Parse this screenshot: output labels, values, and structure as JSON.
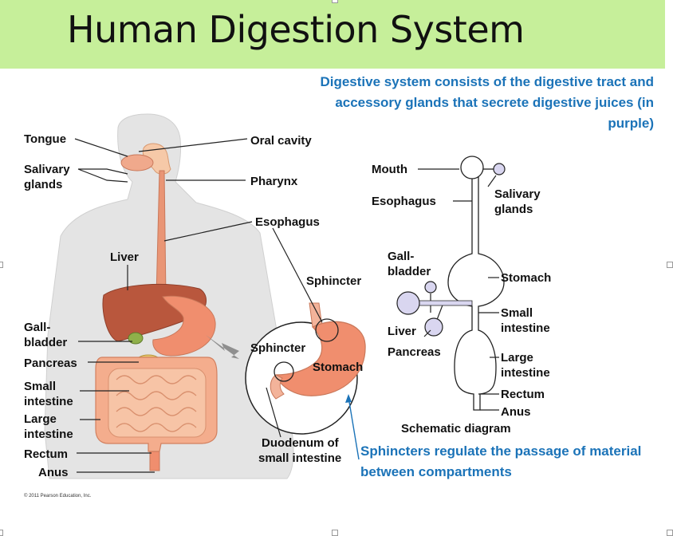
{
  "title": "Human Digestion System",
  "caption_top": "Digestive system consists of the digestive tract and accessory glands that secrete digestive juices (in purple)",
  "caption_bottom": "Sphincters regulate the passage of material between compartments",
  "colors": {
    "title_bar": "#c6ef9a",
    "caption_text": "#1b73b8",
    "accessory_glands": "#d9d6f0",
    "skin": "#e4e4e4",
    "tract": "#f2a27e",
    "liver": "#b9573d"
  },
  "labels": {
    "tongue": "Tongue",
    "salivary_glands": [
      "Salivary",
      "glands"
    ],
    "oral_cavity": "Oral cavity",
    "pharynx": "Pharynx",
    "esophagus": "Esophagus",
    "liver": "Liver",
    "gallbladder": [
      "Gall-",
      "bladder"
    ],
    "pancreas": "Pancreas",
    "small_intestine": [
      "Small",
      "intestine"
    ],
    "large_intestine": [
      "Large",
      "intestine"
    ],
    "rectum": "Rectum",
    "anus": "Anus"
  },
  "inset": {
    "sphincter_top": "Sphincter",
    "sphincter_bottom": "Sphincter",
    "stomach": "Stomach",
    "duodenum": [
      "Duodenum of",
      "small intestine"
    ]
  },
  "schematic": {
    "mouth": "Mouth",
    "esophagus": "Esophagus",
    "salivary_glands": [
      "Salivary",
      "glands"
    ],
    "gallbladder": [
      "Gall-",
      "bladder"
    ],
    "liver": "Liver",
    "pancreas": "Pancreas",
    "stomach": "Stomach",
    "small_intestine": [
      "Small",
      "intestine"
    ],
    "large_intestine": [
      "Large",
      "intestine"
    ],
    "rectum": "Rectum",
    "anus": "Anus",
    "caption": "Schematic diagram"
  },
  "copyright": "© 2011 Pearson Education, Inc."
}
